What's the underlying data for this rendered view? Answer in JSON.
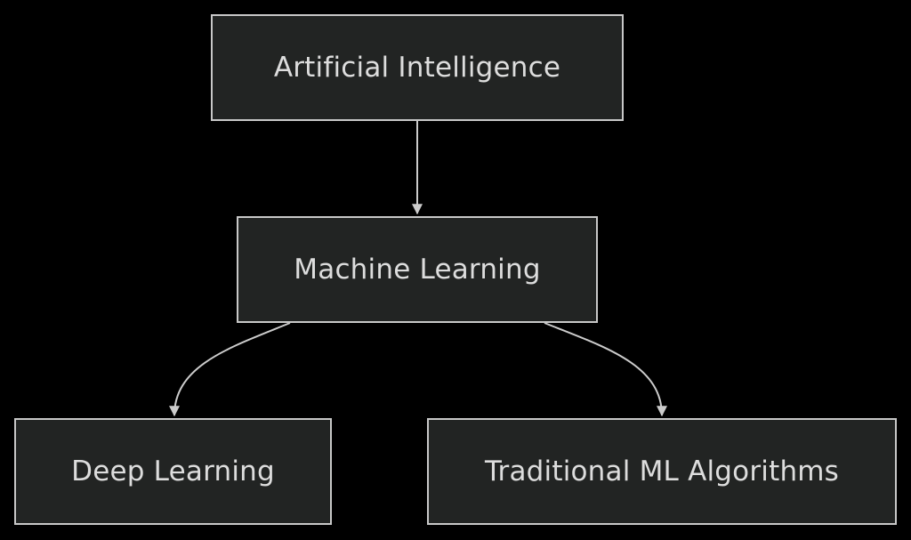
{
  "diagram": {
    "nodes": [
      {
        "id": "ai",
        "label": "Artificial Intelligence"
      },
      {
        "id": "ml",
        "label": "Machine Learning"
      },
      {
        "id": "dl",
        "label": "Deep Learning"
      },
      {
        "id": "tml",
        "label": "Traditional ML Algorithms"
      }
    ],
    "edges": [
      {
        "from": "ai",
        "to": "ml"
      },
      {
        "from": "ml",
        "to": "dl"
      },
      {
        "from": "ml",
        "to": "tml"
      }
    ]
  },
  "colors": {
    "background": "#000000",
    "node_fill": "#222423",
    "node_border": "#c8c8c8",
    "text": "#dddddd",
    "edge": "#cccccc"
  }
}
